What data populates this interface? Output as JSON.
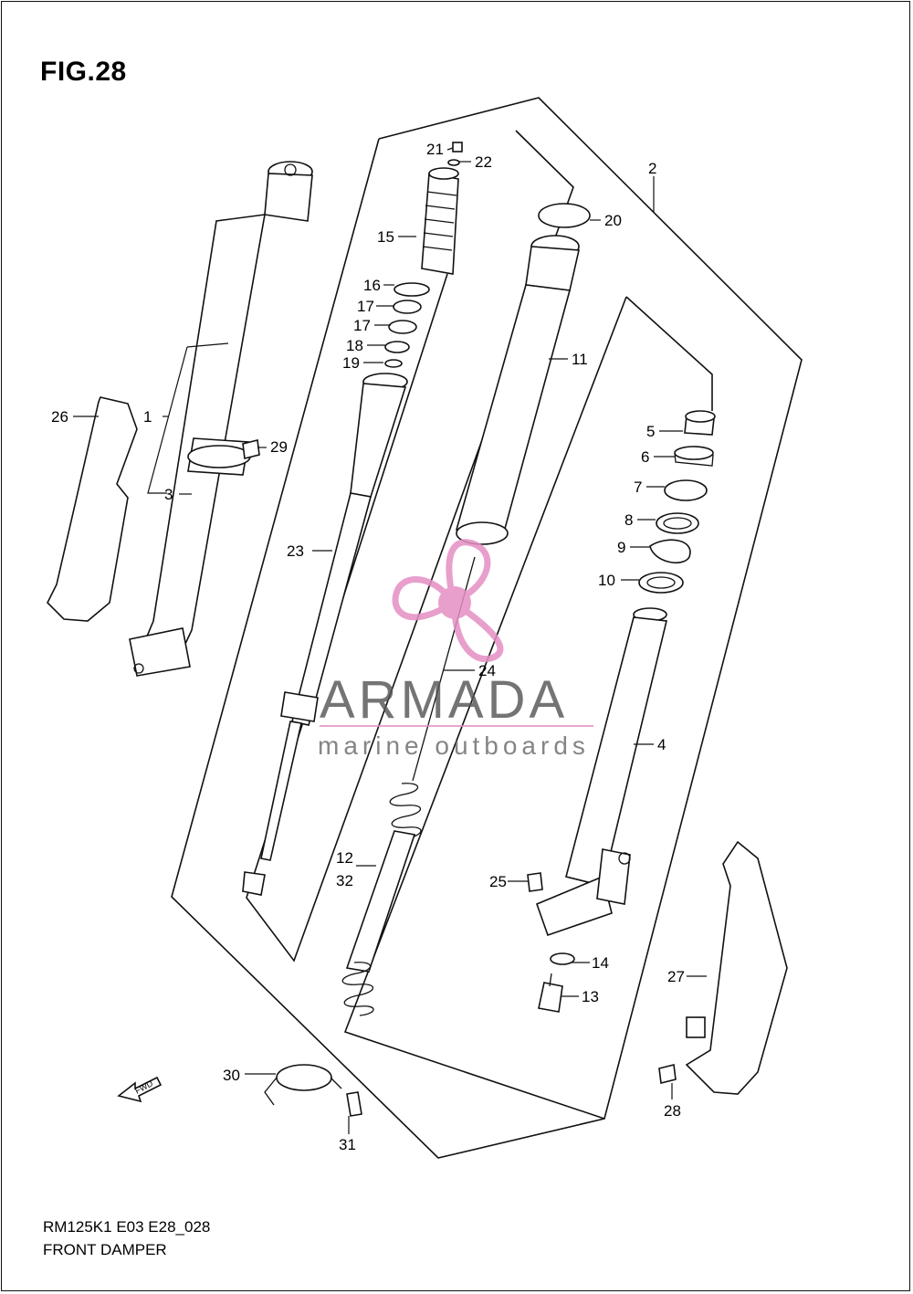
{
  "figure": {
    "title": "FIG.28",
    "code": "RM125K1 E03 E28_028",
    "name": "FRONT DAMPER"
  },
  "callouts": {
    "c1": "1",
    "c2": "2",
    "c3": "3",
    "c4": "4",
    "c5": "5",
    "c6": "6",
    "c7": "7",
    "c8": "8",
    "c9": "9",
    "c10": "10",
    "c11": "11",
    "c12": "12",
    "c13": "13",
    "c14": "14",
    "c15": "15",
    "c16": "16",
    "c17a": "17",
    "c17b": "17",
    "c18": "18",
    "c19": "19",
    "c20": "20",
    "c21": "21",
    "c22": "22",
    "c23": "23",
    "c24": "24",
    "c25": "25",
    "c26": "26",
    "c27": "27",
    "c28": "28",
    "c29": "29",
    "c30": "30",
    "c31": "31",
    "c32": "32"
  },
  "fwd_marker": "FWD",
  "watermark": {
    "brand": "ARMADA",
    "tagline": "marine outboards",
    "logo_color": "#e58fc4"
  },
  "colors": {
    "line": "#111111",
    "background": "#ffffff"
  }
}
